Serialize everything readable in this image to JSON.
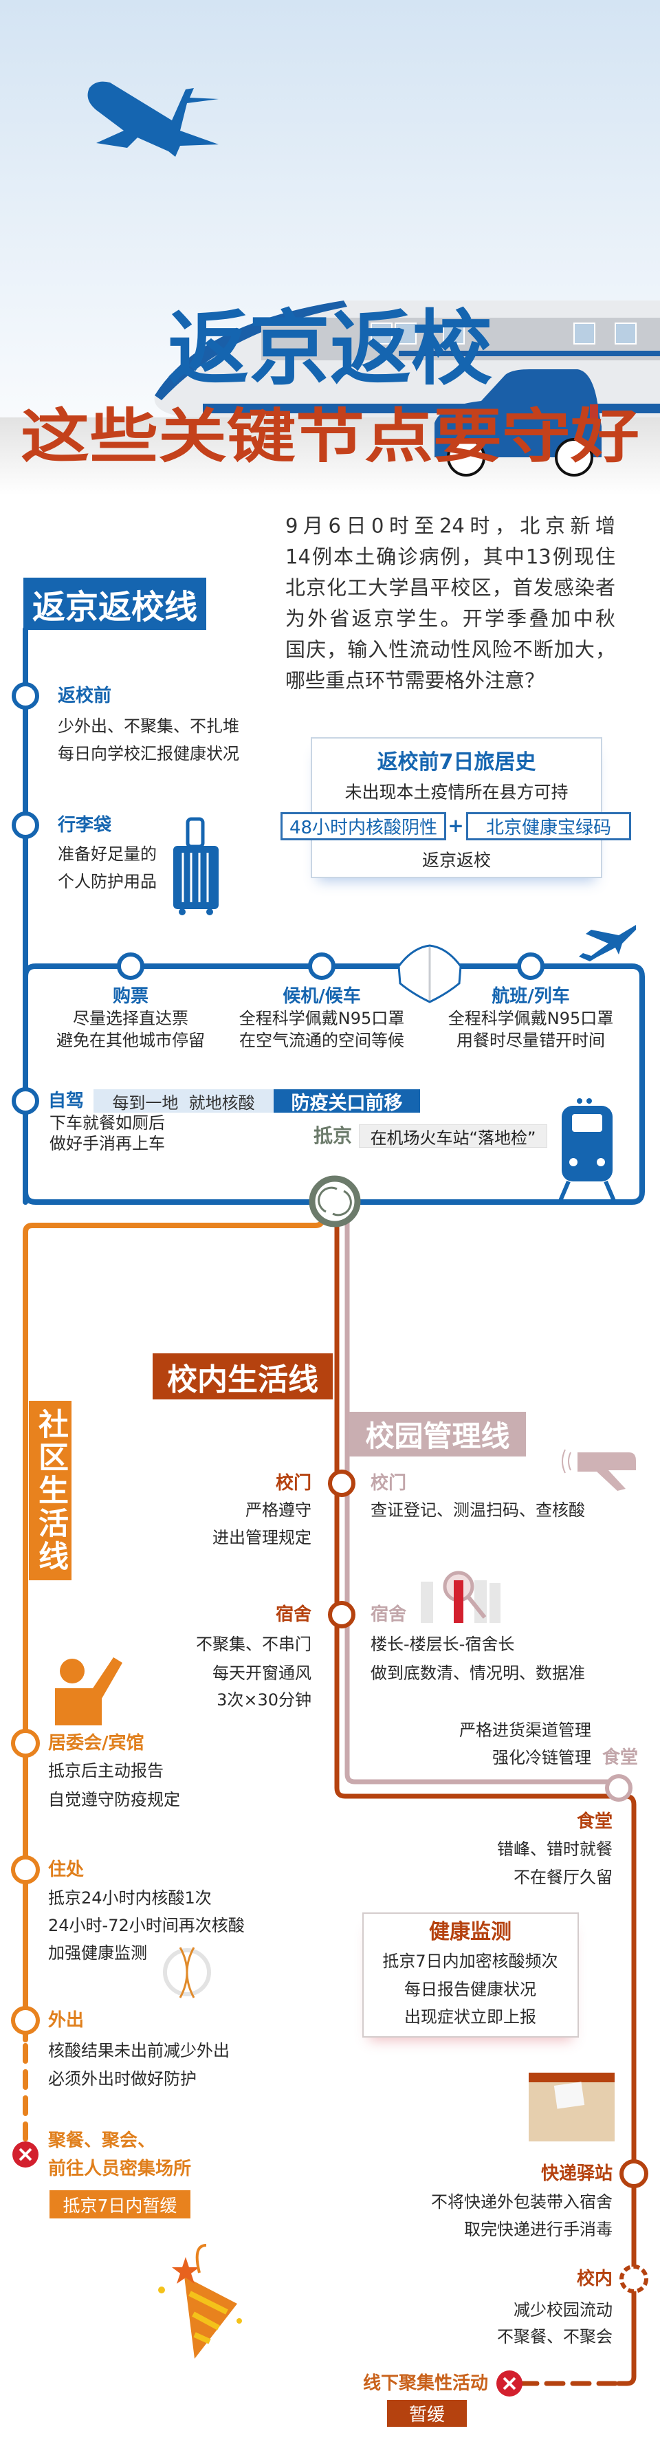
{
  "title": {
    "line1": "返京返校",
    "line2": "这些关键节点要守好"
  },
  "intro": [
    "9月6日0时至24时，北京新增",
    "14例本土确诊病例，其中13例现住",
    "北京化工大学昌平校区，首发感染者",
    "为外省返京学生。开学季叠加中秋",
    "国庆，输入性流动性风险不断加大，",
    "哪些重点环节需要格外注意？"
  ],
  "return_line": {
    "label": "返京返校线",
    "before": {
      "label": "返校前",
      "lines": [
        "少外出、不聚集、不扎堆",
        "每日向学校汇报健康状况"
      ]
    },
    "luggage": {
      "label": "行李袋",
      "lines": [
        "准备好足量的",
        "个人防护用品"
      ]
    },
    "travel_history": {
      "title": "返校前7日旅居史",
      "condition": "未出现本土疫情所在县方可持",
      "req1": "48小时内核酸阴性",
      "plus": "+",
      "req2": "北京健康宝绿码",
      "result": "返京返校"
    },
    "stations": [
      {
        "label": "购票",
        "lines": [
          "尽量选择直达票",
          "避免在其他城市停留"
        ]
      },
      {
        "label": "候机/候车",
        "lines": [
          "全程科学佩戴N95口罩",
          "在空气流通的空间等候"
        ]
      },
      {
        "label": "航班/列车",
        "lines": [
          "全程科学佩戴N95口罩",
          "用餐时尽量错开时间"
        ]
      }
    ],
    "self_drive": {
      "label": "自驾",
      "banner_left": "每到一地  就地核酸",
      "banner_right": "防疫关口前移",
      "lines": [
        "下车就餐如厕后",
        "做好手消再上车"
      ]
    },
    "arrival": {
      "label": "抵京",
      "note": "在机场火车站“落地检”"
    }
  },
  "campus_life_line": {
    "label": "校内生活线",
    "gate": {
      "label": "校门",
      "lines": [
        "严格遵守",
        "进出管理规定"
      ]
    },
    "dorm": {
      "label": "宿舍",
      "lines": [
        "不聚集、不串门",
        "每天开窗通风",
        "3次×30分钟"
      ]
    },
    "canteen": {
      "label": "食堂",
      "lines": [
        "错峰、错时就餐",
        "不在餐厅久留"
      ]
    },
    "health": {
      "title": "健康监测",
      "lines": [
        "抵京7日内加密核酸频次",
        "每日报告健康状况",
        "出现症状立即上报"
      ]
    },
    "express": {
      "label": "快递驿站",
      "lines": [
        "不将快递外包装带入宿舍",
        "取完快递进行手消毒"
      ]
    },
    "campus": {
      "label": "校内",
      "lines": [
        "减少校园流动",
        "不聚餐、不聚会"
      ]
    },
    "offline": {
      "label": "线下聚集性活动",
      "status": "暂缓"
    }
  },
  "campus_mgmt_line": {
    "label": "校园管理线",
    "gate": {
      "label": "校门",
      "lines": [
        "查证登记、测温扫码、查核酸"
      ]
    },
    "dorm": {
      "label": "宿舍",
      "lines": [
        "楼长-楼层长-宿舍长",
        "做到底数清、情况明、数据准"
      ]
    },
    "canteen": {
      "label": "食堂",
      "lines": [
        "严格进货渠道管理",
        "强化冷链管理"
      ]
    }
  },
  "community_line": {
    "label": "社区生活线",
    "committee": {
      "label": "居委会/宾馆",
      "lines": [
        "抵京后主动报告",
        "自觉遵守防疫规定"
      ]
    },
    "residence": {
      "label": "住处",
      "lines": [
        "抵京24小时内核酸1次",
        "24小时-72小时间再次核酸",
        "加强健康监测"
      ]
    },
    "outing": {
      "label": "外出",
      "lines": [
        "核酸结果未出前减少外出",
        "必须外出时做好防护"
      ]
    },
    "gathering": {
      "label_line1": "聚餐、聚会、",
      "label_line2": "前往人员密集场所",
      "status": "抵京7日内暂缓"
    }
  },
  "colors": {
    "blue": "#1565b0",
    "title_red": "#c4411b",
    "orange": "#e8821e",
    "dark_red": "#b5420f",
    "pink": "#c9a9ad",
    "grey_green": "#6c7b6b"
  }
}
